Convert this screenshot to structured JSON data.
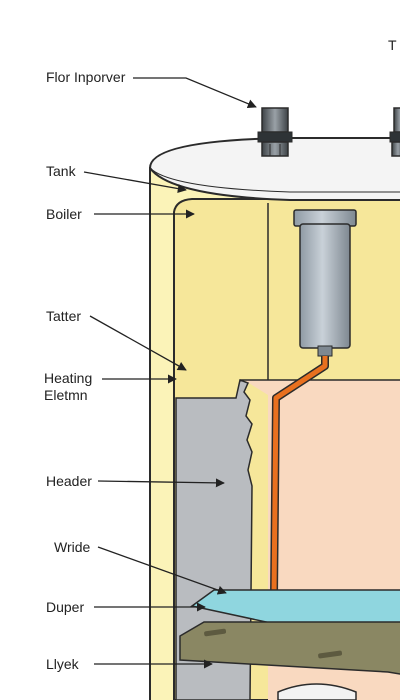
{
  "labels": {
    "top_right": "T",
    "flow_inverter": "Flor Inporver",
    "tank": "Tank",
    "boiler": "Boiler",
    "tatter": "Tatter",
    "heating_line1": "Heating",
    "heating_line2": "Eletmn",
    "header": "Header",
    "wride": "Wride",
    "duper": "Duper",
    "lyek": "Llyek"
  },
  "colors": {
    "outline": "#2b2b2b",
    "tank_outer": "#fbf3b8",
    "tank_inner": "#f6e79a",
    "lid": "#f4f4f4",
    "gray_zone": "#b9bcc0",
    "warm_zone": "#f9d9c0",
    "cylinder": "#a9b4bd",
    "pipe": "#e8701f",
    "water_plate": "#8fd6df",
    "base_plate": "#8a8763",
    "fitting": "#5f6468"
  }
}
